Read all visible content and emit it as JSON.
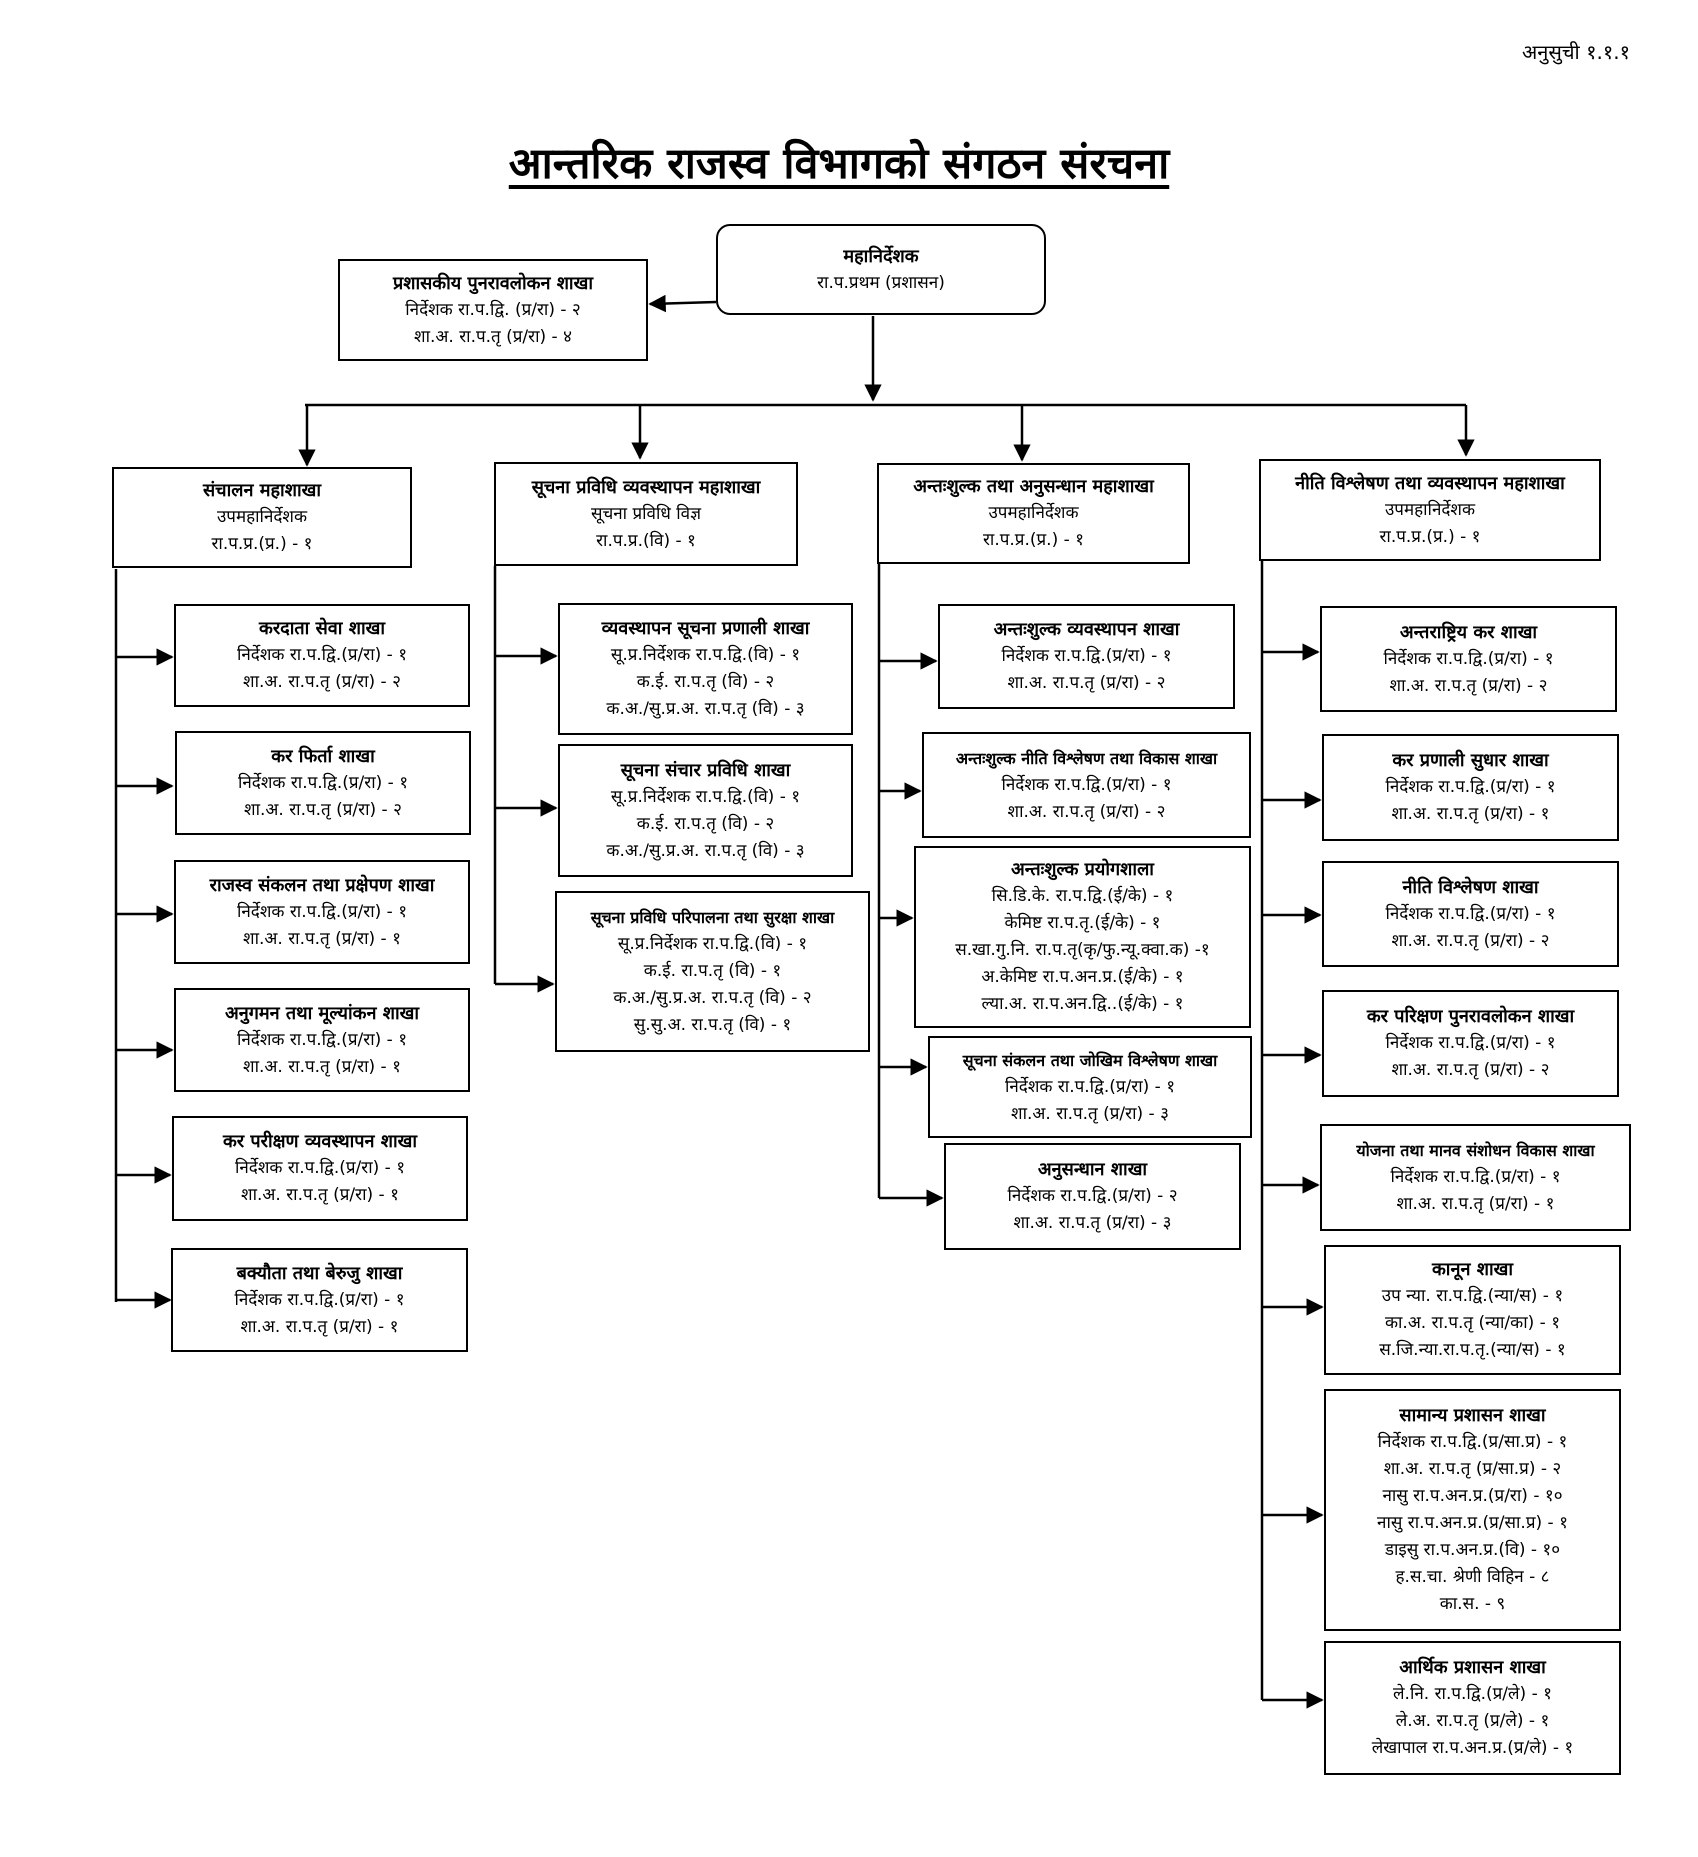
{
  "annex": "अनुसुची १.१.१",
  "title": "आन्तरिक राजस्व विभागको संगठन संरचना",
  "root": {
    "title": "महानिर्देशक",
    "lines": [
      "रा.प.प्रथम (प्रशासन)"
    ]
  },
  "admin_review": {
    "title": "प्रशासकीय पुनरावलोकन शाखा",
    "lines": [
      "निर्देशक रा.प.द्वि. (प्र/रा) - २",
      "शा.अ. रा.प.तृ (प्र/रा) - ४"
    ]
  },
  "divisions": [
    {
      "title": "संचालन महाशाखा",
      "lines": [
        "उपमहानिर्देशक",
        "रा.प.प्र.(प्र.) - १"
      ]
    },
    {
      "title": "सूचना प्रविधि व्यवस्थापन महाशाखा",
      "lines": [
        "सूचना प्रविधि विज्ञ",
        "रा.प.प्र.(वि) - १"
      ]
    },
    {
      "title": "अन्तःशुल्क तथा अनुसन्धान महाशाखा",
      "lines": [
        "उपमहानिर्देशक",
        "रा.प.प्र.(प्र.) - १"
      ]
    },
    {
      "title": "नीति विश्लेषण तथा व्यवस्थापन महाशाखा",
      "lines": [
        "उपमहानिर्देशक",
        "रा.प.प्र.(प्र.) - १"
      ]
    }
  ],
  "sections": [
    [
      {
        "title": "करदाता सेवा शाखा",
        "lines": [
          "निर्देशक रा.प.द्वि.(प्र/रा) - १",
          "शा.अ. रा.प.तृ (प्र/रा) - २"
        ]
      },
      {
        "title": "कर फिर्ता शाखा",
        "lines": [
          "निर्देशक रा.प.द्वि.(प्र/रा) - १",
          "शा.अ. रा.प.तृ (प्र/रा) - २"
        ]
      },
      {
        "title": "राजस्व संकलन तथा प्रक्षेपण शाखा",
        "lines": [
          "निर्देशक रा.प.द्वि.(प्र/रा) - १",
          "शा.अ. रा.प.तृ (प्र/रा) - १"
        ]
      },
      {
        "title": "अनुगमन तथा मूल्यांकन शाखा",
        "lines": [
          "निर्देशक रा.प.द्वि.(प्र/रा) - १",
          "शा.अ. रा.प.तृ (प्र/रा) - १"
        ]
      },
      {
        "title": "कर परीक्षण व्यवस्थापन शाखा",
        "lines": [
          "निर्देशक रा.प.द्वि.(प्र/रा) - १",
          "शा.अ. रा.प.तृ (प्र/रा) - १"
        ]
      },
      {
        "title": "बक्यौता तथा बेरुजु शाखा",
        "lines": [
          "निर्देशक रा.प.द्वि.(प्र/रा) - १",
          "शा.अ. रा.प.तृ (प्र/रा) - १"
        ]
      }
    ],
    [
      {
        "title": "व्यवस्थापन सूचना प्रणाली शाखा",
        "lines": [
          "सू.प्र.निर्देशक रा.प.द्वि.(वि) - १",
          "क.ई. रा.प.तृ (वि) - २",
          "क.अ./सु.प्र.अ. रा.प.तृ (वि) - ३"
        ]
      },
      {
        "title": "सूचना संचार प्रविधि शाखा",
        "lines": [
          "सू.प्र.निर्देशक रा.प.द्वि.(वि) - १",
          "क.ई. रा.प.तृ (वि) - २",
          "क.अ./सु.प्र.अ. रा.प.तृ (वि) - ३"
        ]
      },
      {
        "title": "सूचना प्रविधि परिपालना तथा सुरक्षा शाखा",
        "lines": [
          "सू.प्र.निर्देशक रा.प.द्वि.(वि) - १",
          "क.ई. रा.प.तृ (वि) - १",
          "क.अ./सु.प्र.अ. रा.प.तृ (वि) - २",
          "सु.सु.अ. रा.प.तृ (वि) - १"
        ]
      }
    ],
    [
      {
        "title": "अन्तःशुल्क व्यवस्थापन शाखा",
        "lines": [
          "निर्देशक रा.प.द्वि.(प्र/रा) - १",
          "शा.अ. रा.प.तृ (प्र/रा) - २"
        ]
      },
      {
        "title": "अन्तःशुल्क नीति विश्लेषण तथा विकास शाखा",
        "lines": [
          "निर्देशक रा.प.द्वि.(प्र/रा) - १",
          "शा.अ. रा.प.तृ (प्र/रा) - २"
        ]
      },
      {
        "title": "अन्तःशुल्क प्रयोगशाला",
        "lines": [
          "सि.डि.के. रा.प.द्वि.(ई/के) - १",
          "केमिष्ट रा.प.तृ.(ई/के) - १",
          "स.खा.गु.नि. रा.प.तृ(कृ/फु.न्यू.क्वा.क) -१",
          "अ.केमिष्ट रा.प.अन.प्र.(ई/के) - १",
          "ल्या.अ. रा.प.अन.द्वि..(ई/के) - १"
        ]
      },
      {
        "title": "सूचना संकलन तथा जोखिम विश्लेषण शाखा",
        "lines": [
          "निर्देशक रा.प.द्वि.(प्र/रा) - १",
          "शा.अ. रा.प.तृ (प्र/रा) - ३"
        ]
      },
      {
        "title": "अनुसन्धान शाखा",
        "lines": [
          "निर्देशक रा.प.द्वि.(प्र/रा) - २",
          "शा.अ. रा.प.तृ (प्र/रा) - ३"
        ]
      }
    ],
    [
      {
        "title": "अन्तराष्ट्रिय कर शाखा",
        "lines": [
          "निर्देशक रा.प.द्वि.(प्र/रा) - १",
          "शा.अ. रा.प.तृ (प्र/रा) - २"
        ]
      },
      {
        "title": "कर प्रणाली सुधार शाखा",
        "lines": [
          "निर्देशक रा.प.द्वि.(प्र/रा) - १",
          "शा.अ. रा.प.तृ (प्र/रा) - १"
        ]
      },
      {
        "title": "नीति विश्लेषण शाखा",
        "lines": [
          "निर्देशक रा.प.द्वि.(प्र/रा) - १",
          "शा.अ. रा.प.तृ (प्र/रा) - २"
        ]
      },
      {
        "title": "कर परिक्षण पुनरावलोकन शाखा",
        "lines": [
          "निर्देशक रा.प.द्वि.(प्र/रा) - १",
          "शा.अ. रा.प.तृ (प्र/रा) - २"
        ]
      },
      {
        "title": "योजना तथा मानव संशोधन विकास शाखा",
        "lines": [
          "निर्देशक रा.प.द्वि.(प्र/रा) - १",
          "शा.अ. रा.प.तृ (प्र/रा) - १"
        ]
      },
      {
        "title": "कानून शाखा",
        "lines": [
          "उप न्या. रा.प.द्वि.(न्या/स) - १",
          "का.अ. रा.प.तृ (न्या/का) - १",
          "स.जि.न्या.रा.प.तृ.(न्या/स) - १"
        ]
      },
      {
        "title": "सामान्य प्रशासन शाखा",
        "lines": [
          "निर्देशक रा.प.द्वि.(प्र/सा.प्र) - १",
          "शा.अ. रा.प.तृ (प्र/सा.प्र) - २",
          "नासु रा.प.अन.प्र.(प्र/रा) - १०",
          "नासु रा.प.अन.प्र.(प्र/सा.प्र) - १",
          "डाइसु रा.प.अन.प्र.(वि) - १०",
          "ह.स.चा. श्रेणी विहिन - ८",
          "का.स. - ९"
        ]
      },
      {
        "title": "आर्थिक प्रशासन शाखा",
        "lines": [
          "ले.नि. रा.प.द्वि.(प्र/ले) - १",
          "ले.अ. रा.प.तृ (प्र/ले) - १",
          "लेखापाल रा.प.अन.प्र.(प्र/ले) - १"
        ]
      }
    ]
  ]
}
